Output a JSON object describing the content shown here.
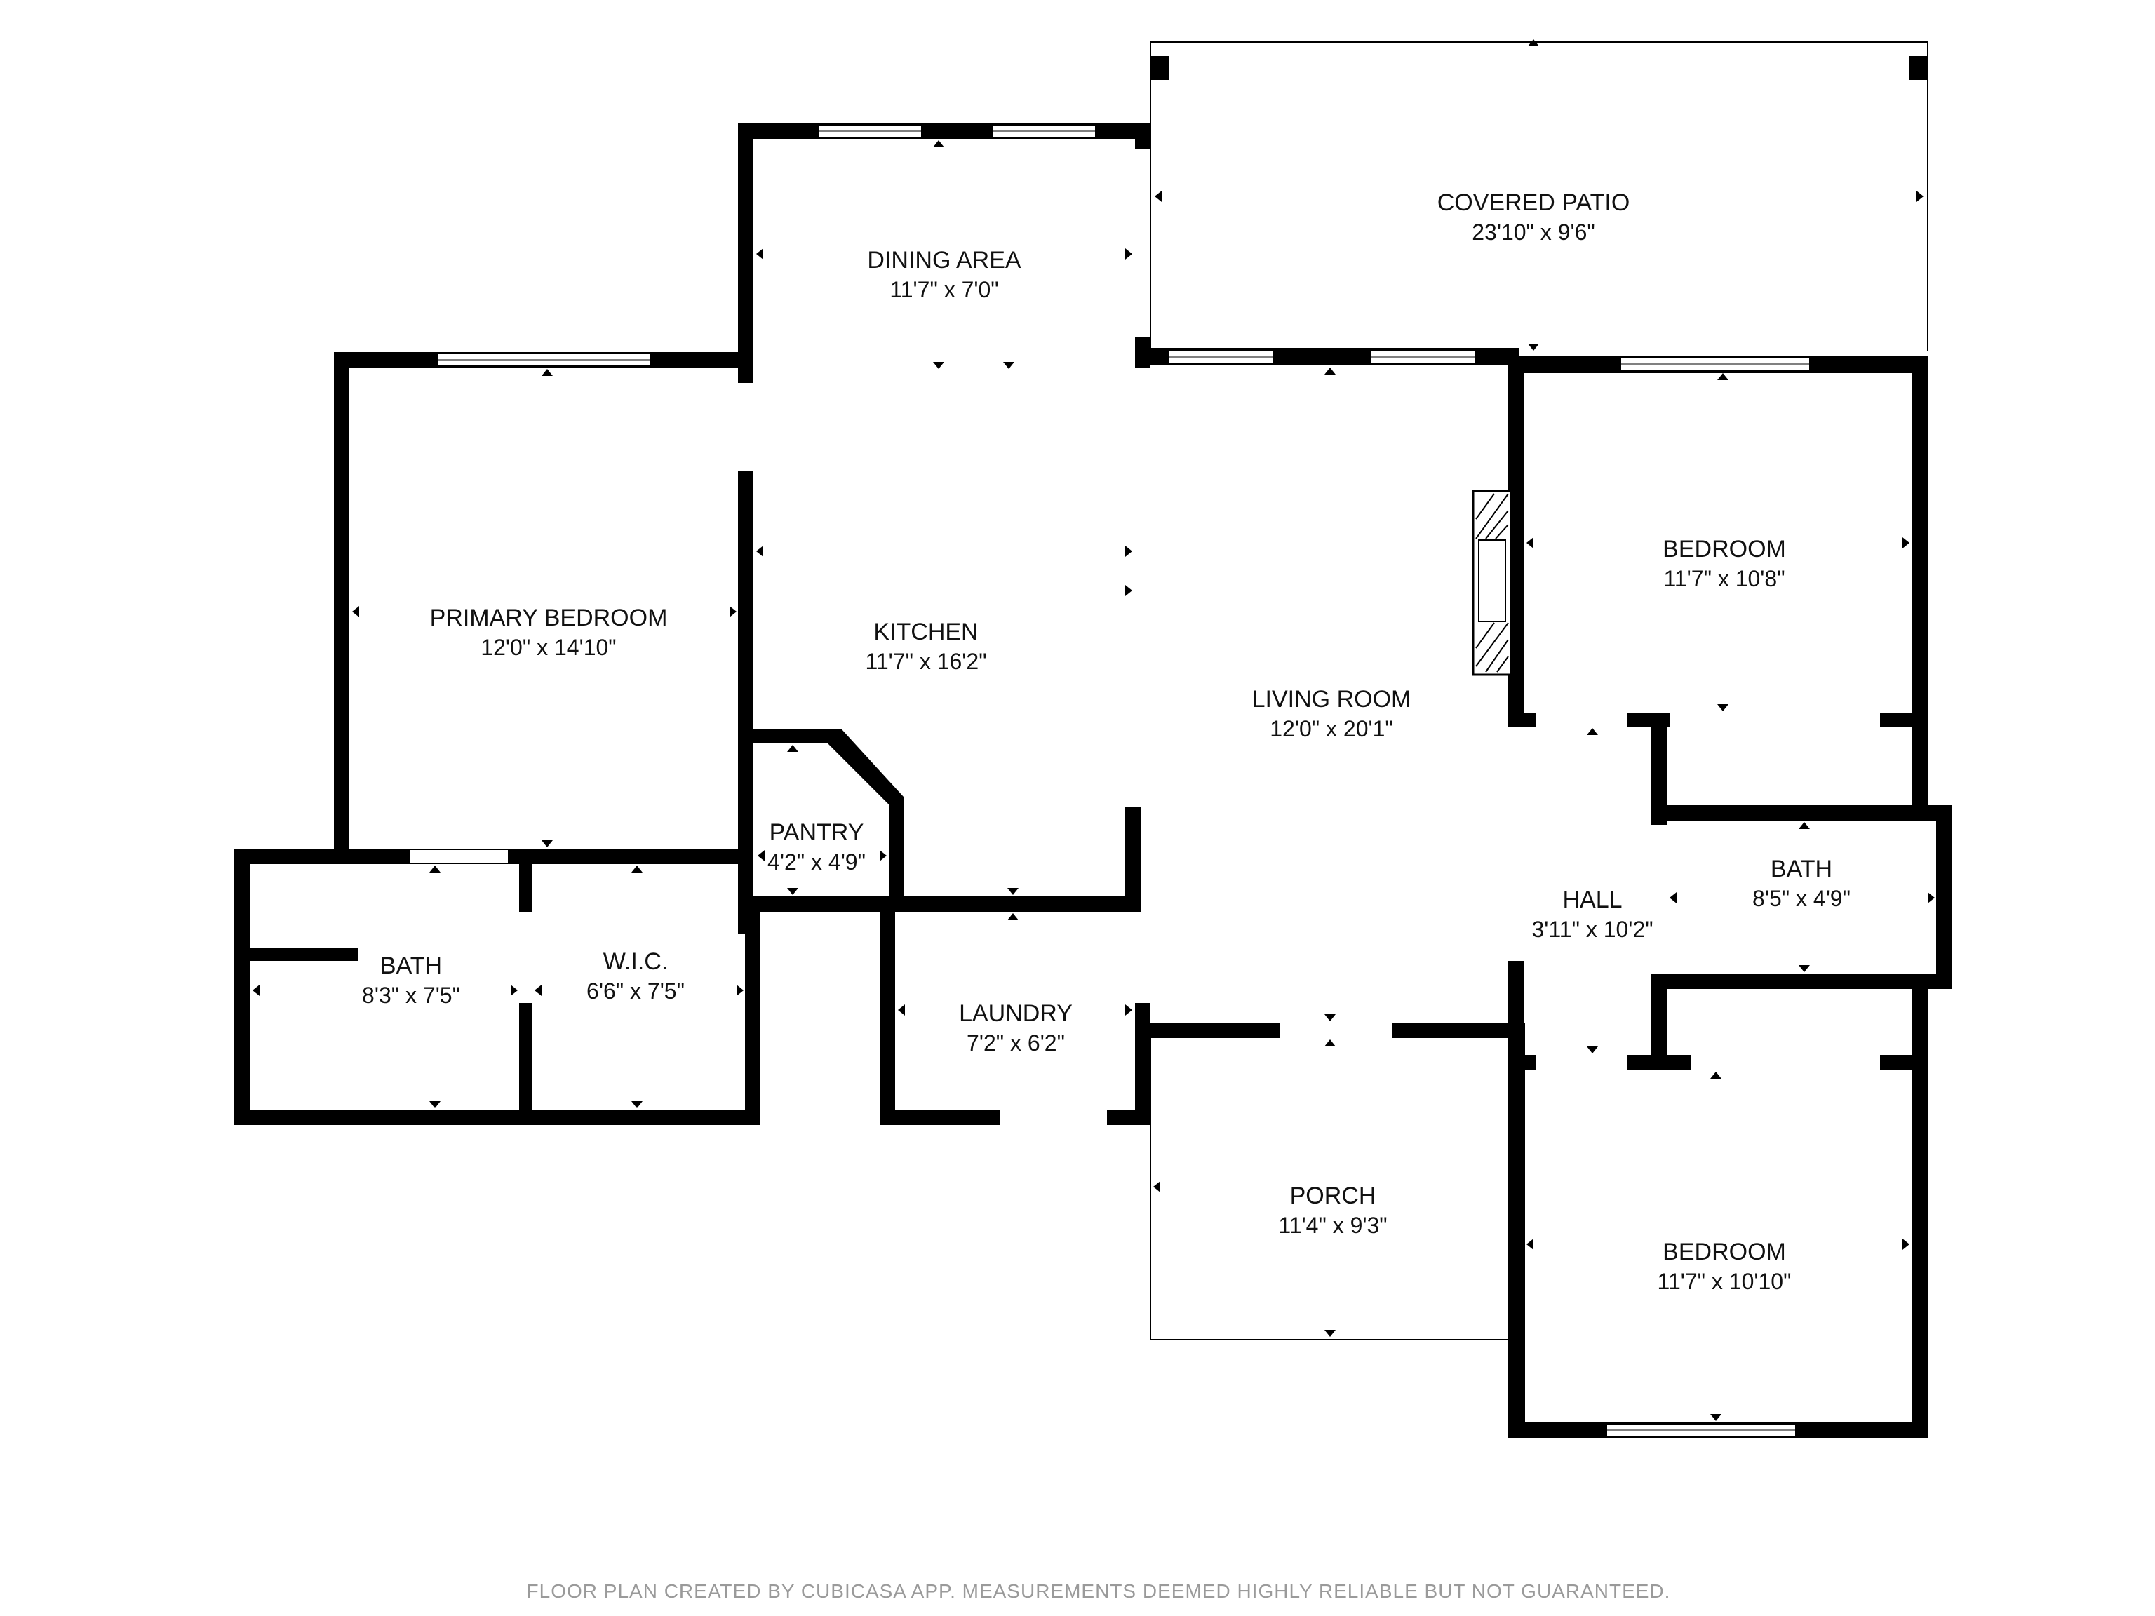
{
  "rooms": {
    "covered_patio": {
      "name": "COVERED PATIO",
      "dims": "23'10\" x 9'6\""
    },
    "dining_area": {
      "name": "DINING AREA",
      "dims": "11'7\" x 7'0\""
    },
    "primary_bedroom": {
      "name": "PRIMARY BEDROOM",
      "dims": "12'0\" x 14'10\""
    },
    "kitchen": {
      "name": "KITCHEN",
      "dims": "11'7\" x 16'2\""
    },
    "living_room": {
      "name": "LIVING ROOM",
      "dims": "12'0\" x 20'1\""
    },
    "bedroom_upper": {
      "name": "BEDROOM",
      "dims": "11'7\" x 10'8\""
    },
    "pantry": {
      "name": "PANTRY",
      "dims": "4'2\" x 4'9\""
    },
    "bath_primary": {
      "name": "BATH",
      "dims": "8'3\" x 7'5\""
    },
    "wic": {
      "name": "W.I.C.",
      "dims": "6'6\" x 7'5\""
    },
    "laundry": {
      "name": "LAUNDRY",
      "dims": "7'2\" x 6'2\""
    },
    "hall": {
      "name": "HALL",
      "dims": "3'11\" x 10'2\""
    },
    "bath_hall": {
      "name": "BATH",
      "dims": "8'5\" x 4'9\""
    },
    "porch": {
      "name": "PORCH",
      "dims": "11'4\" x 9'3\""
    },
    "bedroom_lower": {
      "name": "BEDROOM",
      "dims": "11'7\" x 10'10\""
    }
  },
  "footer": "FLOOR PLAN CREATED BY CUBICASA APP. MEASUREMENTS DEEMED HIGHLY RELIABLE BUT NOT GUARANTEED.",
  "colors": {
    "wall": "#000000",
    "footer_text": "#9a9a9a",
    "background": "#ffffff"
  }
}
